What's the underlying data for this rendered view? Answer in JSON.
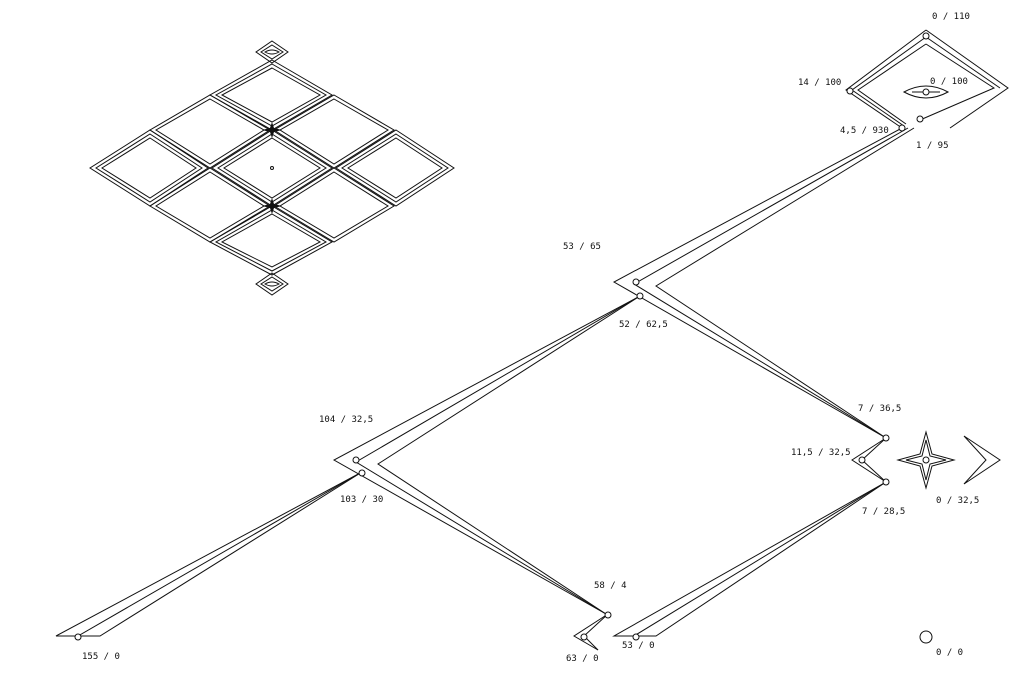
{
  "stroke_color": "#111111",
  "background_color": "#ffffff",
  "labels": {
    "l_0_110": "0 / 110",
    "l_14_100": "14 / 100",
    "l_0_100": "0 / 100",
    "l_45_930": "4,5 / 930",
    "l_1_95": "1 / 95",
    "l_53_65": "53 / 65",
    "l_52_625": "52 / 62,5",
    "l_104_325": "104 / 32,5",
    "l_103_30": "103 / 30",
    "l_7_365": "7 / 36,5",
    "l_115_325": "11,5 / 32,5",
    "l_0_325": "0 / 32,5",
    "l_7_285": "7 / 28,5",
    "l_58_4": "58 / 4",
    "l_63_0": "63 / 0",
    "l_53_0": "53 / 0",
    "l_155_0": "155 / 0",
    "l_0_0": "0 / 0"
  },
  "icons": {
    "pattern": "diamond-lattice-icon",
    "star": "four-point-star-icon",
    "arrow": "chevron-arrow-icon",
    "eye": "lens-icon"
  }
}
